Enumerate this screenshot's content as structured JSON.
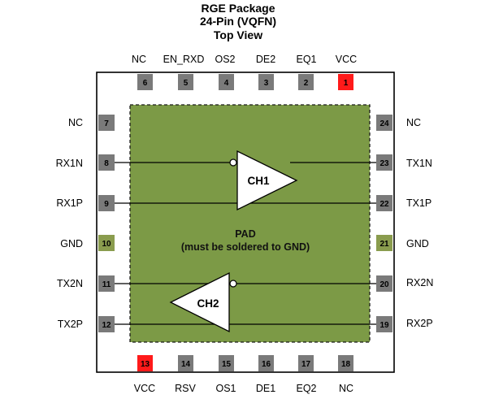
{
  "title": {
    "line1": "RGE Package",
    "line2": "24-Pin (VQFN)",
    "line3": "Top View"
  },
  "pad": {
    "line1": "PAD",
    "line2": "(must be soldered to GND)"
  },
  "channels": {
    "ch1": "CH1",
    "ch2": "CH2"
  },
  "colors": {
    "pin_default": "#7a7a7a",
    "pin_vcc": "#ff1a1a",
    "pin_gnd": "#8a9c4e",
    "pad_fill": "#7c9a46",
    "package_border": "#000000"
  },
  "pins": {
    "p1": {
      "num": "1",
      "name": "VCC"
    },
    "p2": {
      "num": "2",
      "name": "EQ1"
    },
    "p3": {
      "num": "3",
      "name": "DE2"
    },
    "p4": {
      "num": "4",
      "name": "OS2"
    },
    "p5": {
      "num": "5",
      "name": "EN_RXD"
    },
    "p6": {
      "num": "6",
      "name": "NC"
    },
    "p7": {
      "num": "7",
      "name": "NC"
    },
    "p8": {
      "num": "8",
      "name": "RX1N"
    },
    "p9": {
      "num": "9",
      "name": "RX1P"
    },
    "p10": {
      "num": "10",
      "name": "GND"
    },
    "p11": {
      "num": "11",
      "name": "TX2N"
    },
    "p12": {
      "num": "12",
      "name": "TX2P"
    },
    "p13": {
      "num": "13",
      "name": "VCC"
    },
    "p14": {
      "num": "14",
      "name": "RSV"
    },
    "p15": {
      "num": "15",
      "name": "OS1"
    },
    "p16": {
      "num": "16",
      "name": "DE1"
    },
    "p17": {
      "num": "17",
      "name": "EQ2"
    },
    "p18": {
      "num": "18",
      "name": "NC"
    },
    "p19": {
      "num": "19",
      "name": "RX2P"
    },
    "p20": {
      "num": "20",
      "name": "RX2N"
    },
    "p21": {
      "num": "21",
      "name": "GND"
    },
    "p22": {
      "num": "22",
      "name": "TX1P"
    },
    "p23": {
      "num": "23",
      "name": "TX1N"
    },
    "p24": {
      "num": "24",
      "name": "NC"
    }
  }
}
